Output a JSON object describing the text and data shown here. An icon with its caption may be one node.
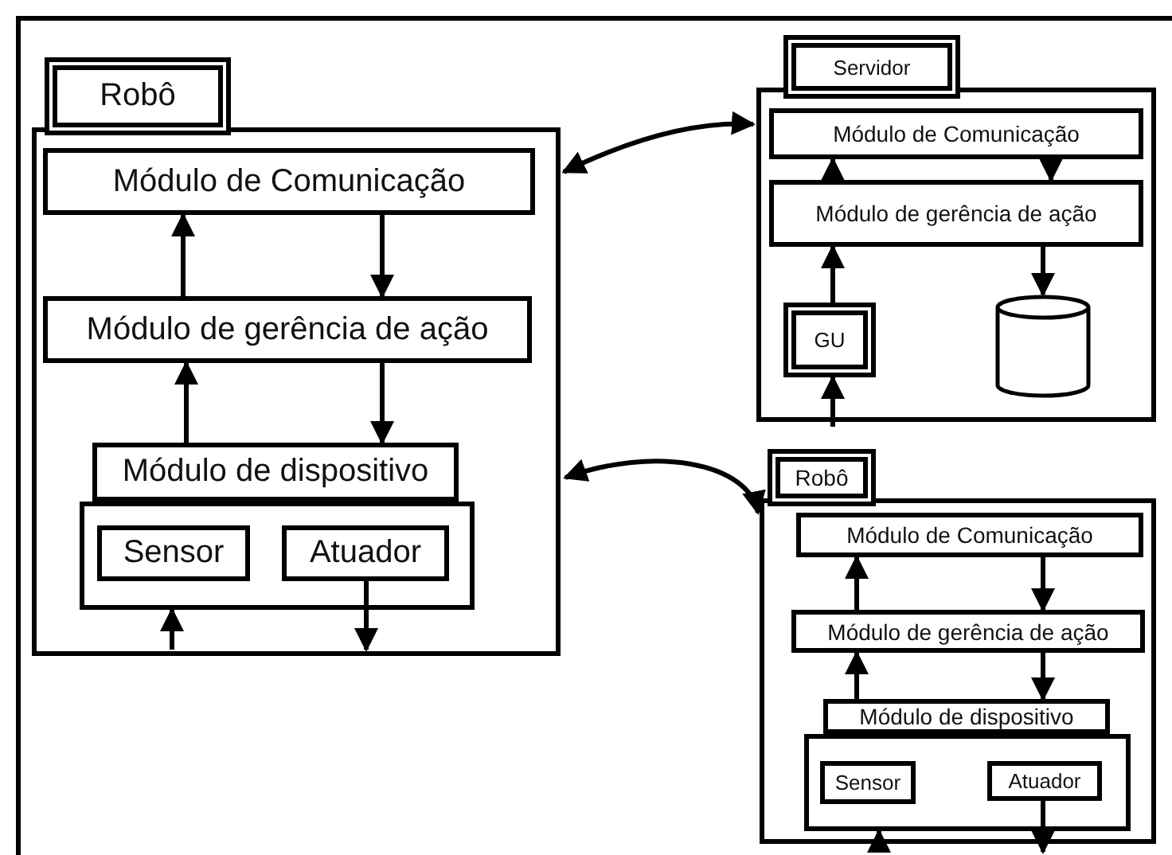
{
  "diagram": {
    "nodes": [
      {
        "text": [
          "Robô"
        ]
      },
      {
        "text": [],
        "shape": "box"
      },
      {
        "text": [
          "Módulo de Comunicação"
        ],
        "in": 1
      },
      {
        "text": [
          "Módulo de gerência de ação"
        ],
        "in": 1
      },
      {
        "text": [
          "Módulo de dispositivo"
        ],
        "in": 1
      },
      {
        "text": [],
        "shape": "box",
        "in": 1
      },
      {
        "text": [
          "Sensor"
        ],
        "in": 5
      },
      {
        "text": [
          "Atuador"
        ],
        "in": 5
      },
      {
        "text": [
          "Servidor"
        ]
      },
      {
        "text": [],
        "shape": "box"
      },
      {
        "text": [
          "Módulo de Comunicação"
        ],
        "in": 9
      },
      {
        "text": [
          "Módulo de gerência de ação"
        ],
        "in": 9
      },
      {
        "text": [
          "GU"
        ],
        "in": 9
      },
      {
        "text": [],
        "shape": "cylinder",
        "in": 9
      },
      {
        "text": [
          "Robô"
        ]
      },
      {
        "text": [],
        "shape": "box"
      },
      {
        "text": [
          "Módulo de Comunicação"
        ],
        "in": 15
      },
      {
        "text": [
          "Módulo de gerência de ação"
        ],
        "in": 15
      },
      {
        "text": [
          "Módulo de dispositivo"
        ],
        "in": 15
      },
      {
        "text": [],
        "shape": "box",
        "in": 15
      },
      {
        "text": [
          "Sensor"
        ],
        "in": 19
      },
      {
        "text": [
          "Atuador"
        ],
        "in": 19
      }
    ],
    "edges": [
      {
        "from": 3,
        "to": 2,
        "arrow": "to"
      },
      {
        "from": 2,
        "to": 3,
        "arrow": "to"
      },
      {
        "from": 4,
        "to": 3,
        "arrow": "to"
      },
      {
        "from": 3,
        "to": 4,
        "arrow": "to"
      },
      {
        "from": null,
        "to": 5,
        "arrow": "to"
      },
      {
        "from": 7,
        "to": null,
        "arrow": "to"
      },
      {
        "from": 1,
        "to": 9,
        "arrow": "both"
      },
      {
        "from": 15,
        "to": 1,
        "arrow": "both"
      },
      {
        "from": 11,
        "to": 10,
        "arrow": "to"
      },
      {
        "from": 10,
        "to": 11,
        "arrow": "to"
      },
      {
        "from": 12,
        "to": 11,
        "arrow": "to"
      },
      {
        "from": 11,
        "to": 13,
        "arrow": "to"
      },
      {
        "from": null,
        "to": 12,
        "arrow": "to"
      },
      {
        "from": 17,
        "to": 16,
        "arrow": "to"
      },
      {
        "from": 16,
        "to": 17,
        "arrow": "to"
      },
      {
        "from": 18,
        "to": 17,
        "arrow": "to"
      },
      {
        "from": 17,
        "to": 18,
        "arrow": "to"
      },
      {
        "from": null,
        "to": 19,
        "arrow": "to"
      },
      {
        "from": 21,
        "to": null,
        "arrow": "to"
      }
    ]
  }
}
